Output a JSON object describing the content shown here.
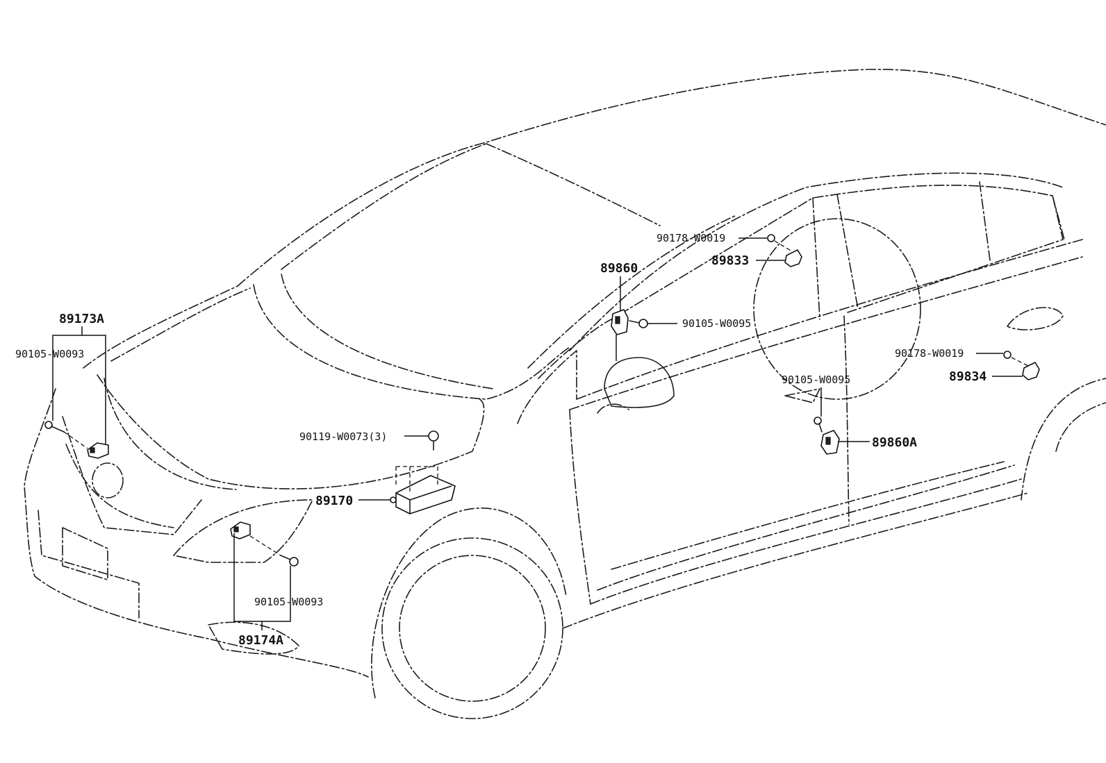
{
  "labels": {
    "p89173A": "89173A",
    "p90105_W0093_a": "90105-W0093",
    "p90105_W0093_b": "90105-W0093",
    "p89174A": "89174A",
    "p90119_W0073": "90119-W0073(3)",
    "p89170": "89170",
    "p89860": "89860",
    "p90105_W0095_a": "90105-W0095",
    "p90105_W0095_b": "90105-W0095",
    "p89860A": "89860A",
    "p90178_W0019_a": "90178-W0019",
    "p90178_W0019_b": "90178-W0019",
    "p89833": "89833",
    "p89834": "89834"
  },
  "icons": [
    "front-airbag-sensor-left-icon",
    "front-airbag-sensor-right-icon",
    "airbag-control-module-icon",
    "side-airbag-sensor-icon",
    "door-pressure-sensor-icon",
    "bolt-icon",
    "nut-icon"
  ]
}
